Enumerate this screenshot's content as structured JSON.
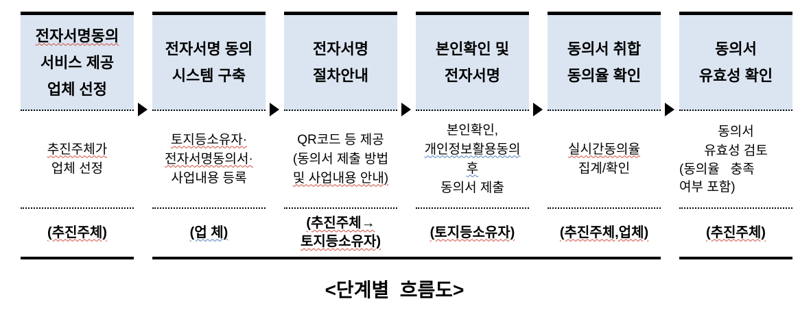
{
  "caption": "<단계별  흐름도>",
  "colors": {
    "header_bg": "#dbe5f1",
    "border": "#000000",
    "spellcheck_red": "#d04a3a",
    "grammar_blue": "#4a7ebb"
  },
  "icons": {
    "arrow": "right-triangle"
  },
  "columns": [
    {
      "name": "step-1-select-provider",
      "header": [
        "전자서명동의",
        "서비스 제공",
        "업체 선정"
      ],
      "header_wavy": {
        "0": "red"
      },
      "body": [
        "추진주체가",
        "업체 선정"
      ],
      "body_wavy": {
        "0": "red"
      },
      "actor": [
        "(추진주체)"
      ],
      "actor_wavy": {
        "0": "red"
      }
    },
    {
      "name": "step-2-build-system",
      "header": [
        "전자서명 동의",
        "시스템 구축"
      ],
      "header_wavy": {},
      "body": [
        "토지등소유자·",
        "전자서명동의서·",
        "사업내용 등록"
      ],
      "body_wavy": {
        "0": "red",
        "1": "red"
      },
      "actor": [
        "(업 체)"
      ],
      "actor_wavy": {
        "0": "blue"
      }
    },
    {
      "name": "step-3-procedure-guide",
      "header": [
        "전자서명",
        "절차안내"
      ],
      "header_wavy": {},
      "body": [
        "QR코드 등 제공",
        "(동의서 제출 방법",
        "및 사업내용 안내)"
      ],
      "body_wavy": {
        "2": "red"
      },
      "actor": [
        "(추진주체→",
        "토지등소유자)"
      ],
      "actor_wavy": {
        "0": "red",
        "1": "red"
      }
    },
    {
      "name": "step-4-identity-esign",
      "header": [
        "본인확인 및",
        "전자서명"
      ],
      "header_wavy": {},
      "body": [
        "본인확인,",
        "개인정보활용동의",
        "후",
        "동의서 제출"
      ],
      "body_wavy": {
        "1": "blue",
        "2": "blue"
      },
      "actor": [
        "(토지등소유자)"
      ],
      "actor_wavy": {
        "0": "red"
      }
    },
    {
      "name": "step-5-collect-consents",
      "header": [
        "동의서 취합",
        "동의율 확인"
      ],
      "header_wavy": {},
      "body": [
        "실시간동의율",
        "집계/확인"
      ],
      "body_wavy": {
        "0": "red"
      },
      "actor": [
        "(추진주체,업체)"
      ],
      "actor_wavy": {
        "0": "red"
      }
    },
    {
      "name": "step-6-validate-consents",
      "header": [
        "동의서",
        "유효성 확인"
      ],
      "header_wavy": {},
      "body": [
        "동의서",
        "유효성 검토",
        "(동의율   충족",
        "여부 포함)"
      ],
      "body_wavy": {},
      "actor": [
        "(추진주체)"
      ],
      "actor_wavy": {
        "0": "red"
      }
    }
  ]
}
